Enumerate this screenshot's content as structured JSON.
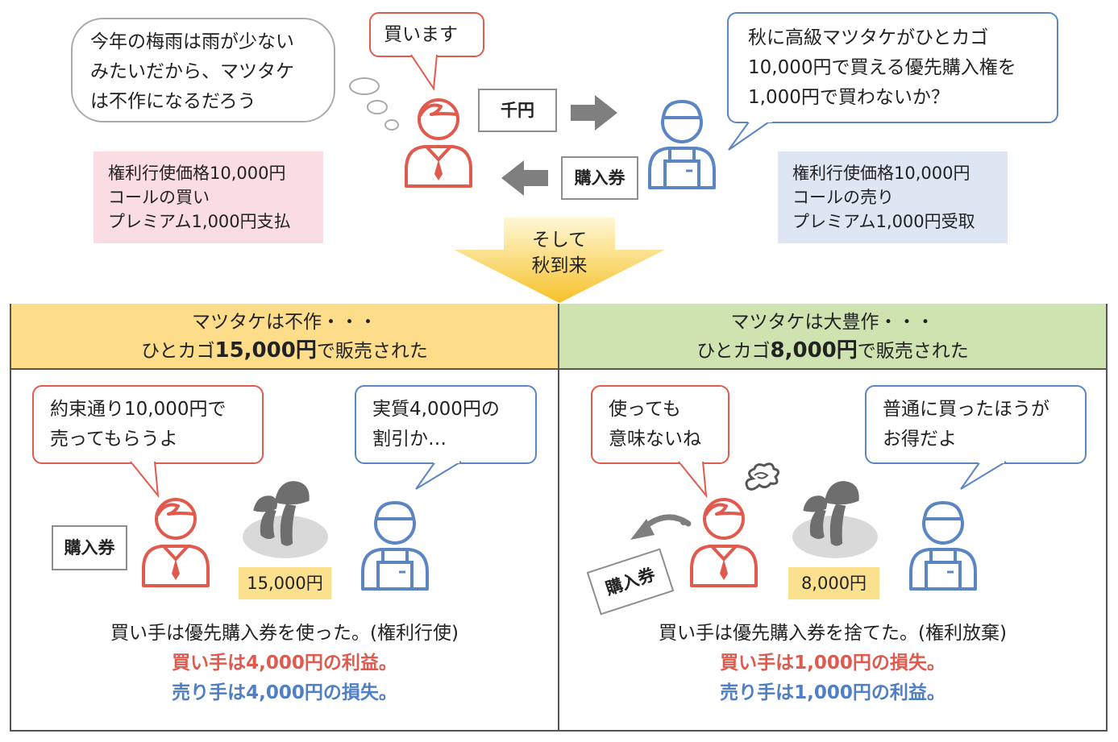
{
  "colors": {
    "buyer": "#e05a4e",
    "seller": "#5b86c3",
    "arrow": "#7f7f7f",
    "price_bg": "#fbe08e",
    "pink_bg": "#f9dde3",
    "blue_bg": "#dfe6f3",
    "head_left": "#fddc8a",
    "head_right": "#cfe3b0"
  },
  "top": {
    "thought": [
      "今年の梅雨は雨が少ない",
      "みたいだから、マツタケ",
      "は不作になるだろう"
    ],
    "buyer_say": "買います",
    "seller_say": [
      "秋に高級マツタケがひとカゴ",
      "10,000円で買える優先購入権を",
      "1,000円で買わないか？"
    ],
    "money_label": "千円",
    "ticket_label": "購入券",
    "buyer_note": [
      "権利行使価格10,000円",
      "コールの買い",
      "プレミアム1,000円支払"
    ],
    "seller_note": [
      "権利行使価格10,000円",
      "コールの売り",
      "プレミアム1,000円受取"
    ],
    "transition": [
      "そして",
      "秋到来"
    ]
  },
  "left_panel": {
    "head_line1": "マツタケは不作・・・",
    "head_pre": "ひとカゴ",
    "head_price": "15,000円",
    "head_post": "で販売された",
    "buyer_say": [
      "約束通り10,000円で",
      "売ってもらうよ"
    ],
    "seller_say": [
      "実質4,000円の",
      "割引か…"
    ],
    "ticket_label": "購入券",
    "price_tag": "15,000円",
    "summary": "買い手は優先購入券を使った。(権利行使)",
    "buyer_result": "買い手は4,000円の利益。",
    "seller_result": "売り手は4,000円の損失。"
  },
  "right_panel": {
    "head_line1": "マツタケは大豊作・・・",
    "head_pre": "ひとカゴ",
    "head_price": "8,000円",
    "head_post": "で販売された",
    "buyer_say": [
      "使っても",
      "意味ないね"
    ],
    "seller_say": [
      "普通に買ったほうが",
      "お得だよ"
    ],
    "ticket_label": "購入券",
    "price_tag": "8,000円",
    "summary": "買い手は優先購入券を捨てた。(権利放棄)",
    "buyer_result": "買い手は1,000円の損失。",
    "seller_result": "売り手は1,000円の利益。"
  },
  "icons": [
    "person-buyer-icon",
    "person-seller-icon",
    "mushroom-basket-icon",
    "right-arrow-icon",
    "left-arrow-icon",
    "down-arrow-icon",
    "scribble-icon",
    "toss-arrow-icon",
    "thought-dots-icon"
  ]
}
